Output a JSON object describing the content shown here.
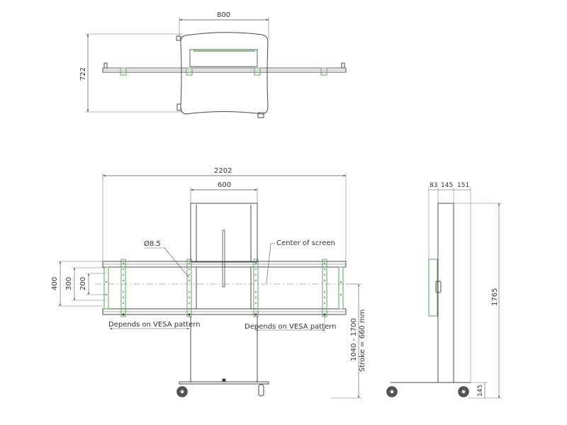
{
  "colors": {
    "line": "#4a4a4a",
    "dim": "#555555",
    "accent_green": "#5aa85a",
    "background": "#ffffff"
  },
  "top_view": {
    "width_dim": "800",
    "depth_dim": "722"
  },
  "front_view": {
    "overall_width_dim": "2202",
    "column_width_dim": "600",
    "hole_dia": "Ø8.5",
    "center_label": "Center of screen",
    "vesa_dims": [
      "400",
      "300",
      "200"
    ],
    "vesa_note_left": "Depends on VESA pattern",
    "vesa_note_right": "Depends on VESA pattern",
    "height_range": "1040 - 1700",
    "stroke": "Stroke = 660 mm"
  },
  "side_view": {
    "top_dims": [
      "83",
      "145",
      "151"
    ],
    "total_height": "1765",
    "base_height": "145"
  }
}
